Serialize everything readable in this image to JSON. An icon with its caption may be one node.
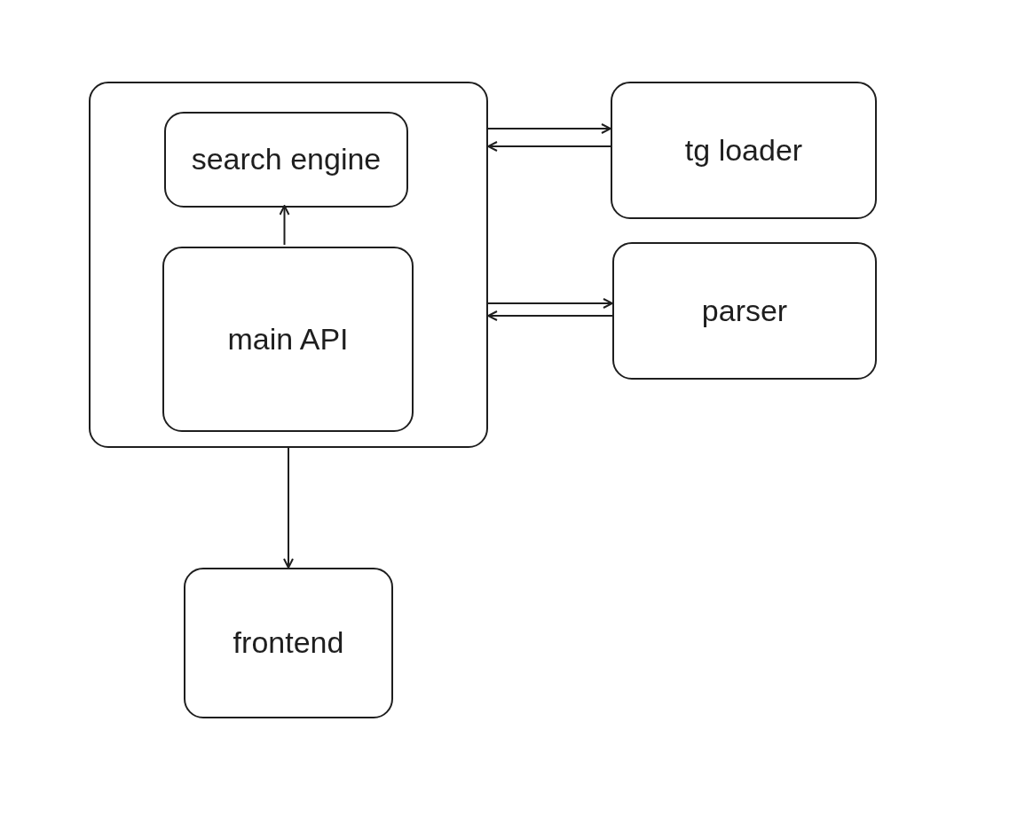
{
  "diagram": {
    "nodes": [
      {
        "text": [],
        "shape": "box"
      },
      {
        "text": [
          "search engine"
        ],
        "in": 0
      },
      {
        "text": [
          "main API"
        ],
        "in": 0
      },
      {
        "text": [
          "tg loader"
        ]
      },
      {
        "text": [
          "parser"
        ]
      },
      {
        "text": [
          "frontend"
        ]
      }
    ],
    "edges": [
      {
        "from": 2,
        "to": 1,
        "arrow": "to"
      },
      {
        "from": 0,
        "to": 3,
        "arrow": "to"
      },
      {
        "from": 3,
        "to": 0,
        "arrow": "to"
      },
      {
        "from": 0,
        "to": 4,
        "arrow": "to"
      },
      {
        "from": 4,
        "to": 0,
        "arrow": "to"
      },
      {
        "from": 0,
        "to": 5,
        "arrow": "to"
      }
    ]
  }
}
